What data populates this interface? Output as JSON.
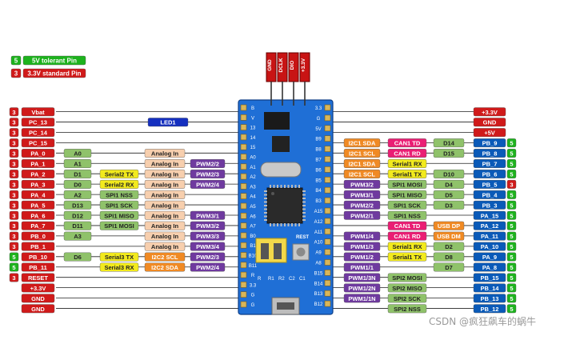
{
  "colors": {
    "green": "#1db31d",
    "red": "#d01a1a",
    "blue": "#0a5ab8",
    "navy": "#1530c0",
    "olive": "#8fc26a",
    "yellow": "#f2ea1d",
    "peach": "#f7cfae",
    "purple": "#6f3a9f",
    "orange": "#f08a24",
    "pink": "#ea1e74",
    "board": "#1f6fd6",
    "header_red": "#c81414"
  },
  "legend": [
    {
      "badge": "5",
      "text": "5V tolerant Pin",
      "color": "green"
    },
    {
      "badge": "3",
      "text": "3.3V standard Pin",
      "color": "red"
    }
  ],
  "top_header": [
    "GND",
    "DCLK",
    "DIO",
    "+3.3V"
  ],
  "board": {
    "led_label": "LED1",
    "left_silk": [
      "B",
      "V",
      "13",
      "14",
      "15",
      "A0",
      "A1",
      "A2",
      "A3",
      "A4",
      "A5",
      "A6",
      "A7",
      "B0",
      "B1",
      "B10",
      "B11",
      "R",
      "3.3",
      "G",
      "G"
    ],
    "right_silk": [
      "3.3",
      "G",
      "5V",
      "B9",
      "B8",
      "B7",
      "B6",
      "B5",
      "B4",
      "B3",
      "A15",
      "A12",
      "A11",
      "A10",
      "A9",
      "A8",
      "B15",
      "B14",
      "B13",
      "B12"
    ],
    "reset_label": "REST",
    "r_labels": [
      "R",
      "R1",
      "R2",
      "C2",
      "C1"
    ]
  },
  "left_rows": [
    {
      "pin": "Vbat",
      "v": "3",
      "func": []
    },
    {
      "pin": "PC_13",
      "v": "3",
      "func": [
        {
          "text": "LED1",
          "color": "navy",
          "col": "led"
        }
      ]
    },
    {
      "pin": "PC_14",
      "v": "3",
      "func": []
    },
    {
      "pin": "PC_15",
      "v": "3",
      "func": []
    },
    {
      "pin": "PA_0",
      "v": "3",
      "func": [
        {
          "text": "A0",
          "color": "olive",
          "col": "c1"
        },
        {
          "text": "Analog In",
          "color": "peach",
          "col": "c3"
        }
      ]
    },
    {
      "pin": "PA_1",
      "v": "3",
      "func": [
        {
          "text": "A1",
          "color": "olive",
          "col": "c1"
        },
        {
          "text": "Analog In",
          "color": "peach",
          "col": "c3"
        },
        {
          "text": "PWM2/2",
          "color": "purple",
          "col": "c4"
        }
      ]
    },
    {
      "pin": "PA_2",
      "v": "3",
      "func": [
        {
          "text": "D1",
          "color": "olive",
          "col": "c1"
        },
        {
          "text": "Serial2 TX",
          "color": "yellow",
          "col": "c2"
        },
        {
          "text": "Analog In",
          "color": "peach",
          "col": "c3"
        },
        {
          "text": "PWM2/3",
          "color": "purple",
          "col": "c4"
        }
      ]
    },
    {
      "pin": "PA_3",
      "v": "3",
      "func": [
        {
          "text": "D0",
          "color": "olive",
          "col": "c1"
        },
        {
          "text": "Serial2 RX",
          "color": "yellow",
          "col": "c2"
        },
        {
          "text": "Analog In",
          "color": "peach",
          "col": "c3"
        },
        {
          "text": "PWM2/4",
          "color": "purple",
          "col": "c4"
        }
      ]
    },
    {
      "pin": "PA_4",
      "v": "3",
      "func": [
        {
          "text": "A2",
          "color": "olive",
          "col": "c1"
        },
        {
          "text": "SPI1 NSS",
          "color": "olive",
          "col": "c2"
        },
        {
          "text": "Analog In",
          "color": "peach",
          "col": "c3"
        }
      ]
    },
    {
      "pin": "PA_5",
      "v": "3",
      "func": [
        {
          "text": "D13",
          "color": "olive",
          "col": "c1"
        },
        {
          "text": "SPI1 SCK",
          "color": "olive",
          "col": "c2"
        },
        {
          "text": "Analog In",
          "color": "peach",
          "col": "c3"
        }
      ]
    },
    {
      "pin": "PA_6",
      "v": "3",
      "func": [
        {
          "text": "D12",
          "color": "olive",
          "col": "c1"
        },
        {
          "text": "SPI1 MISO",
          "color": "olive",
          "col": "c2"
        },
        {
          "text": "Analog In",
          "color": "peach",
          "col": "c3"
        },
        {
          "text": "PWM3/1",
          "color": "purple",
          "col": "c4"
        }
      ]
    },
    {
      "pin": "PA_7",
      "v": "3",
      "func": [
        {
          "text": "D11",
          "color": "olive",
          "col": "c1"
        },
        {
          "text": "SPI1 MOSI",
          "color": "olive",
          "col": "c2"
        },
        {
          "text": "Analog In",
          "color": "peach",
          "col": "c3"
        },
        {
          "text": "PWM3/2",
          "color": "purple",
          "col": "c4"
        }
      ]
    },
    {
      "pin": "PB_0",
      "v": "3",
      "func": [
        {
          "text": "A3",
          "color": "olive",
          "col": "c1"
        },
        {
          "text": "Analog In",
          "color": "peach",
          "col": "c3"
        },
        {
          "text": "PWM3/3",
          "color": "purple",
          "col": "c4"
        }
      ]
    },
    {
      "pin": "PB_1",
      "v": "3",
      "func": [
        {
          "text": "Analog In",
          "color": "peach",
          "col": "c3"
        },
        {
          "text": "PWM3/4",
          "color": "purple",
          "col": "c4"
        }
      ]
    },
    {
      "pin": "PB_10",
      "v": "5",
      "func": [
        {
          "text": "D6",
          "color": "olive",
          "col": "c1"
        },
        {
          "text": "Serial3 TX",
          "color": "yellow",
          "col": "c2"
        },
        {
          "text": "I2C2 SCL",
          "color": "orange",
          "col": "c3"
        },
        {
          "text": "PWM2/3",
          "color": "purple",
          "col": "c4"
        }
      ]
    },
    {
      "pin": "PB_11",
      "v": "5",
      "func": [
        {
          "text": "Serial3 RX",
          "color": "yellow",
          "col": "c2"
        },
        {
          "text": "I2C2 SDA",
          "color": "orange",
          "col": "c3"
        },
        {
          "text": "PWM2/4",
          "color": "purple",
          "col": "c4"
        }
      ]
    },
    {
      "pin": "RESET",
      "v": "3",
      "func": []
    },
    {
      "pin": "+3.3V",
      "v": "",
      "func": []
    },
    {
      "pin": "GND",
      "v": "",
      "func": []
    },
    {
      "pin": "GND",
      "v": "",
      "func": []
    }
  ],
  "right_rows": [
    {
      "pin": "+3.3V",
      "v": "",
      "func": []
    },
    {
      "pin": "GND",
      "v": "",
      "func": []
    },
    {
      "pin": "+5V",
      "v": "",
      "func": []
    },
    {
      "pin": "PB_9",
      "v": "5",
      "func": [
        {
          "text": "I2C1 SDA",
          "color": "orange",
          "col": "r1"
        },
        {
          "text": "CAN1 TD",
          "color": "pink",
          "col": "r2"
        },
        {
          "text": "D14",
          "color": "olive",
          "col": "r3"
        }
      ]
    },
    {
      "pin": "PB_8",
      "v": "5",
      "func": [
        {
          "text": "I2C1 SCL",
          "color": "orange",
          "col": "r1"
        },
        {
          "text": "CAN1 RD",
          "color": "pink",
          "col": "r2"
        },
        {
          "text": "D15",
          "color": "olive",
          "col": "r3"
        }
      ]
    },
    {
      "pin": "PB_7",
      "v": "5",
      "func": [
        {
          "text": "I2C1 SDA",
          "color": "orange",
          "col": "r1"
        },
        {
          "text": "Serial1 RX",
          "color": "yellow",
          "col": "r2"
        }
      ]
    },
    {
      "pin": "PB_6",
      "v": "5",
      "func": [
        {
          "text": "I2C1 SCL",
          "color": "orange",
          "col": "r1"
        },
        {
          "text": "Serial1 TX",
          "color": "yellow",
          "col": "r2"
        },
        {
          "text": "D10",
          "color": "olive",
          "col": "r3"
        }
      ]
    },
    {
      "pin": "PB_5",
      "v": "3",
      "func": [
        {
          "text": "PWM3/2",
          "color": "purple",
          "col": "r1"
        },
        {
          "text": "SPI1 MOSI",
          "color": "olive",
          "col": "r2"
        },
        {
          "text": "D4",
          "color": "olive",
          "col": "r3"
        }
      ]
    },
    {
      "pin": "PB_4",
      "v": "5",
      "func": [
        {
          "text": "PWM3/1",
          "color": "purple",
          "col": "r1"
        },
        {
          "text": "SPI1 MISO",
          "color": "olive",
          "col": "r2"
        },
        {
          "text": "D5",
          "color": "olive",
          "col": "r3"
        }
      ]
    },
    {
      "pin": "PB_3",
      "v": "5",
      "func": [
        {
          "text": "PWM2/2",
          "color": "purple",
          "col": "r1"
        },
        {
          "text": "SPI1 SCK",
          "color": "olive",
          "col": "r2"
        },
        {
          "text": "D3",
          "color": "olive",
          "col": "r3"
        }
      ]
    },
    {
      "pin": "PA_15",
      "v": "5",
      "func": [
        {
          "text": "PWM2/1",
          "color": "purple",
          "col": "r1"
        },
        {
          "text": "SPI1 NSS",
          "color": "olive",
          "col": "r2"
        }
      ]
    },
    {
      "pin": "PA_12",
      "v": "5",
      "func": [
        {
          "text": "CAN1 TD",
          "color": "pink",
          "col": "r2"
        },
        {
          "text": "USB DP",
          "color": "orange",
          "col": "r3"
        }
      ]
    },
    {
      "pin": "PA_11",
      "v": "5",
      "func": [
        {
          "text": "PWM1/4",
          "color": "purple",
          "col": "r1"
        },
        {
          "text": "CAN1 RD",
          "color": "pink",
          "col": "r2"
        },
        {
          "text": "USB DM",
          "color": "orange",
          "col": "r3"
        }
      ]
    },
    {
      "pin": "PA_10",
      "v": "5",
      "func": [
        {
          "text": "PWM1/3",
          "color": "purple",
          "col": "r1"
        },
        {
          "text": "Serial1 RX",
          "color": "yellow",
          "col": "r2"
        },
        {
          "text": "D2",
          "color": "olive",
          "col": "r3"
        }
      ]
    },
    {
      "pin": "PA_9",
      "v": "5",
      "func": [
        {
          "text": "PWM1/2",
          "color": "purple",
          "col": "r1"
        },
        {
          "text": "Serial1 TX",
          "color": "yellow",
          "col": "r2"
        },
        {
          "text": "D8",
          "color": "olive",
          "col": "r3"
        }
      ]
    },
    {
      "pin": "PA_8",
      "v": "5",
      "func": [
        {
          "text": "PWM1/1",
          "color": "purple",
          "col": "r1"
        },
        {
          "text": "D7",
          "color": "olive",
          "col": "r3"
        }
      ]
    },
    {
      "pin": "PB_15",
      "v": "5",
      "func": [
        {
          "text": "PWM1/3N",
          "color": "purple",
          "col": "r1"
        },
        {
          "text": "SPI2 MOSI",
          "color": "olive",
          "col": "r2"
        }
      ]
    },
    {
      "pin": "PB_14",
      "v": "5",
      "func": [
        {
          "text": "PWM1/2N",
          "color": "purple",
          "col": "r1"
        },
        {
          "text": "SPI2 MISO",
          "color": "olive",
          "col": "r2"
        }
      ]
    },
    {
      "pin": "PB_13",
      "v": "5",
      "func": [
        {
          "text": "PWM1/1N",
          "color": "purple",
          "col": "r1"
        },
        {
          "text": "SPI2 SCK",
          "color": "olive",
          "col": "r2"
        }
      ]
    },
    {
      "pin": "PB_12",
      "v": "5",
      "func": [
        {
          "text": "SPI2 NSS",
          "color": "olive",
          "col": "r2"
        }
      ]
    }
  ],
  "watermark": "CSDN @疯狂飙车的蜗牛"
}
